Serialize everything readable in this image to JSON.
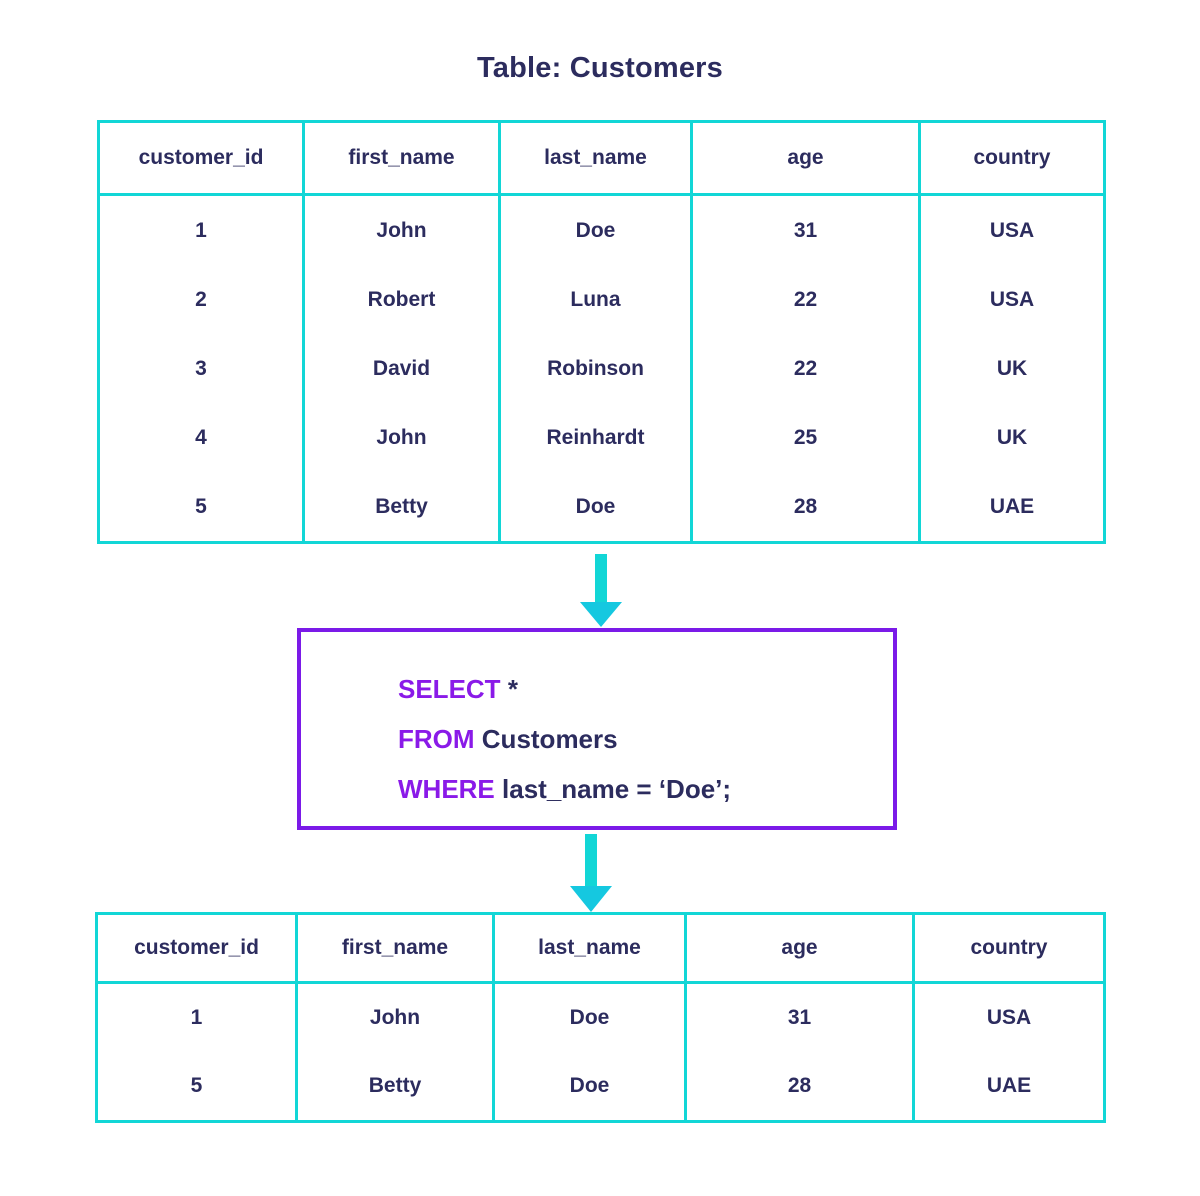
{
  "title": "Table: Customers",
  "colors": {
    "table_border": "#12d6d6",
    "text": "#2c2c5e",
    "query_border": "#7b1ae8",
    "keyword": "#8a1ae8",
    "arrow": "#12d6d6",
    "background": "#ffffff"
  },
  "source_table": {
    "name": "Customers",
    "columns": [
      "customer_id",
      "first_name",
      "last_name",
      "age",
      "country"
    ],
    "rows": [
      [
        "1",
        "John",
        "Doe",
        "31",
        "USA"
      ],
      [
        "2",
        "Robert",
        "Luna",
        "22",
        "USA"
      ],
      [
        "3",
        "David",
        "Robinson",
        "22",
        "UK"
      ],
      [
        "4",
        "John",
        "Reinhardt",
        "25",
        "UK"
      ],
      [
        "5",
        "Betty",
        "Doe",
        "28",
        "UAE"
      ]
    ]
  },
  "query": {
    "lines": [
      {
        "keyword": "SELECT",
        "rest": "*"
      },
      {
        "keyword": "FROM",
        "rest": "Customers"
      },
      {
        "keyword": "WHERE",
        "rest": "last_name = ‘Doe’;"
      }
    ],
    "full_text": "SELECT * FROM Customers WHERE last_name = ‘Doe’;"
  },
  "result_table": {
    "columns": [
      "customer_id",
      "first_name",
      "last_name",
      "age",
      "country"
    ],
    "rows": [
      [
        "1",
        "John",
        "Doe",
        "31",
        "USA"
      ],
      [
        "5",
        "Betty",
        "Doe",
        "28",
        "UAE"
      ]
    ]
  },
  "arrows": [
    {
      "name": "arrow-table-to-query",
      "direction": "down"
    },
    {
      "name": "arrow-query-to-result",
      "direction": "down"
    }
  ]
}
